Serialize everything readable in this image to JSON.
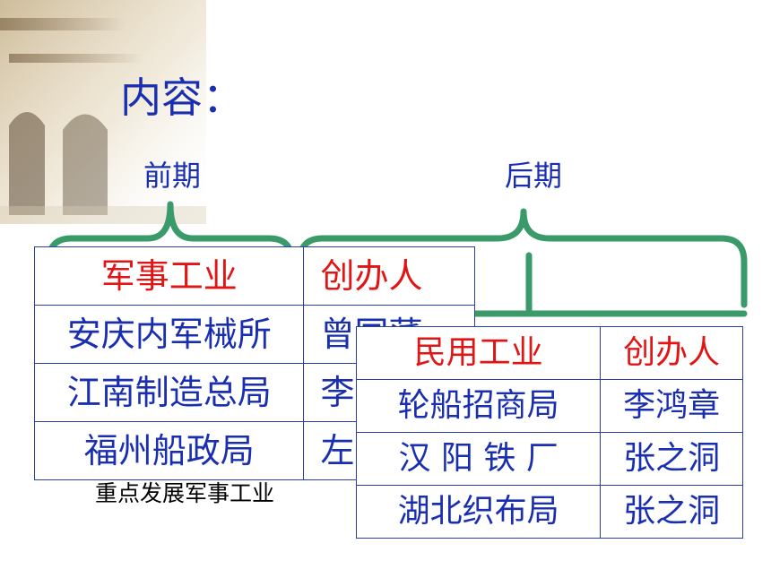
{
  "heading": "内容：",
  "periods": {
    "early": "前期",
    "late": "后期"
  },
  "military": {
    "header": [
      "军事工业",
      "创办人"
    ],
    "rows": [
      [
        "安庆内军械所",
        "曾国藩"
      ],
      [
        "江南制造总局",
        "李鸿章"
      ],
      [
        "福州船政局",
        "左宗棠"
      ]
    ]
  },
  "civil": {
    "header": [
      "民用工业",
      "创办人"
    ],
    "rows": [
      [
        "轮船招商局",
        "李鸿章"
      ],
      [
        "汉 阳 铁 厂",
        "张之洞"
      ],
      [
        "湖北织布局",
        "张之洞"
      ]
    ]
  },
  "note": "重点发展军事工业",
  "colors": {
    "title_blue": "#1a2fb0",
    "header_red": "#e11515",
    "brace_green": "#3a9a6a",
    "border": "#2b3fa0"
  }
}
